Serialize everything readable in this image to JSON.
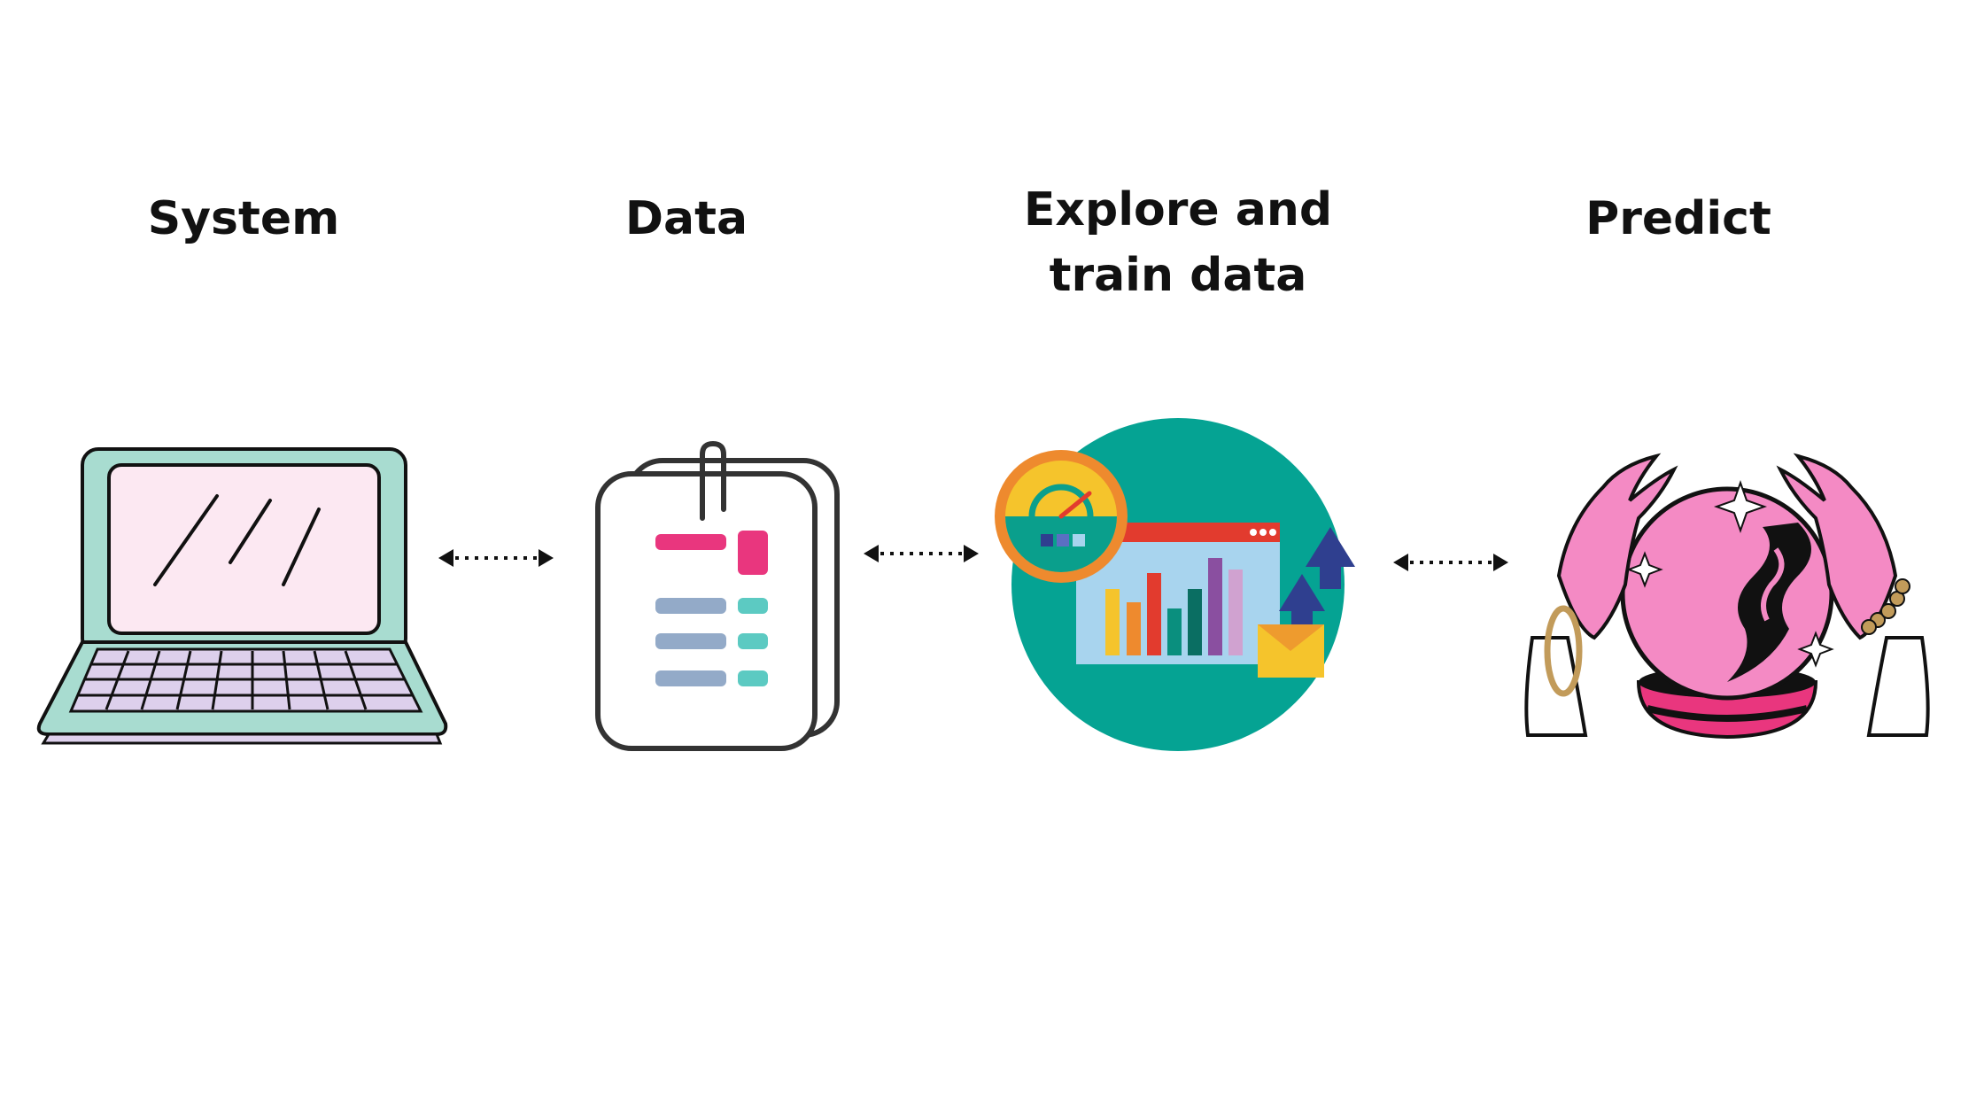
{
  "steps": [
    {
      "label_lines": [
        "System"
      ],
      "icon": "laptop-icon"
    },
    {
      "label_lines": [
        "Data"
      ],
      "icon": "clipboard-document-icon"
    },
    {
      "label_lines": [
        "Explore  and",
        "train data"
      ],
      "icon": "analytics-dashboard-icon"
    },
    {
      "label_lines": [
        "Predict"
      ],
      "icon": "crystal-ball-hands-icon"
    }
  ],
  "connectors": [
    "bidirectional-dotted-arrow",
    "bidirectional-dotted-arrow",
    "bidirectional-dotted-arrow"
  ],
  "colors": {
    "text": "#111111",
    "laptop_frame": "#a8dcd0",
    "laptop_screen": "#fce8f2",
    "laptop_base": "#ddd0ec",
    "data_pink": "#e9367e",
    "data_gray": "#93aac8",
    "data_teal": "#5ccac2",
    "explore_circle": "#05a393",
    "gauge_ring": "#ee8a2e",
    "gauge_face": "#f5c42c",
    "arrow_blue": "#2f3f8f",
    "predict_pink": "#f48ac4",
    "predict_ring": "#e9367e",
    "gold": "#c29b5a"
  }
}
